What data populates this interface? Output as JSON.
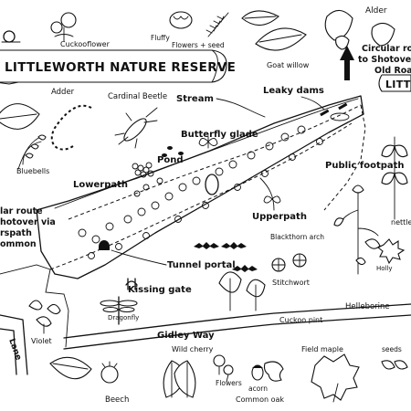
{
  "title": "LITTLEWORTH NATURE RESERVE",
  "title_right": "LITTL",
  "map_labels": {
    "stream": "Stream",
    "leaky_dams": "Leaky dams",
    "butterfly_glade": "Butterfly glade",
    "pond": "Pond",
    "lower_path": "Lowerpath",
    "upper_path": "Upperpath",
    "public_footpath": "Public footpath",
    "tunnel_portal": "Tunnel portal",
    "kissing_gate": "Kissing gate",
    "gidley_way": "Gidley Way",
    "blackthorn_arch": "Blackthorn arch",
    "lane": "Lane"
  },
  "circular_route_left": [
    "lar route",
    "hotover via",
    "rspath",
    "ommon"
  ],
  "circular_route_right": [
    "Circular ro",
    "to Shotove",
    "Old Road"
  ],
  "species": {
    "cuckooflower": "Cuckooflower",
    "fluffy": "Fluffy",
    "flowers_seed": "Flowers + seed",
    "goat_willow": "Goat willow",
    "alder": "Alder",
    "adder": "Adder",
    "cardinal_beetle": "Cardinal Beetle",
    "bluebells": "Bluebells",
    "nettle": "nettle",
    "holly": "Holly",
    "stitchwort": "Stitchwort",
    "helleborine": "Helleborine",
    "violet": "Violet",
    "dragonfly": "Dragonfly",
    "cuckoo_pint": "Cuckoo pint",
    "wild_cherry": "Wild cherry",
    "field_maple": "Field maple",
    "seeds": "seeds",
    "beech": "Beech",
    "flowers": "Flowers",
    "acorn": "acorn",
    "common_oak": "Common oak"
  }
}
